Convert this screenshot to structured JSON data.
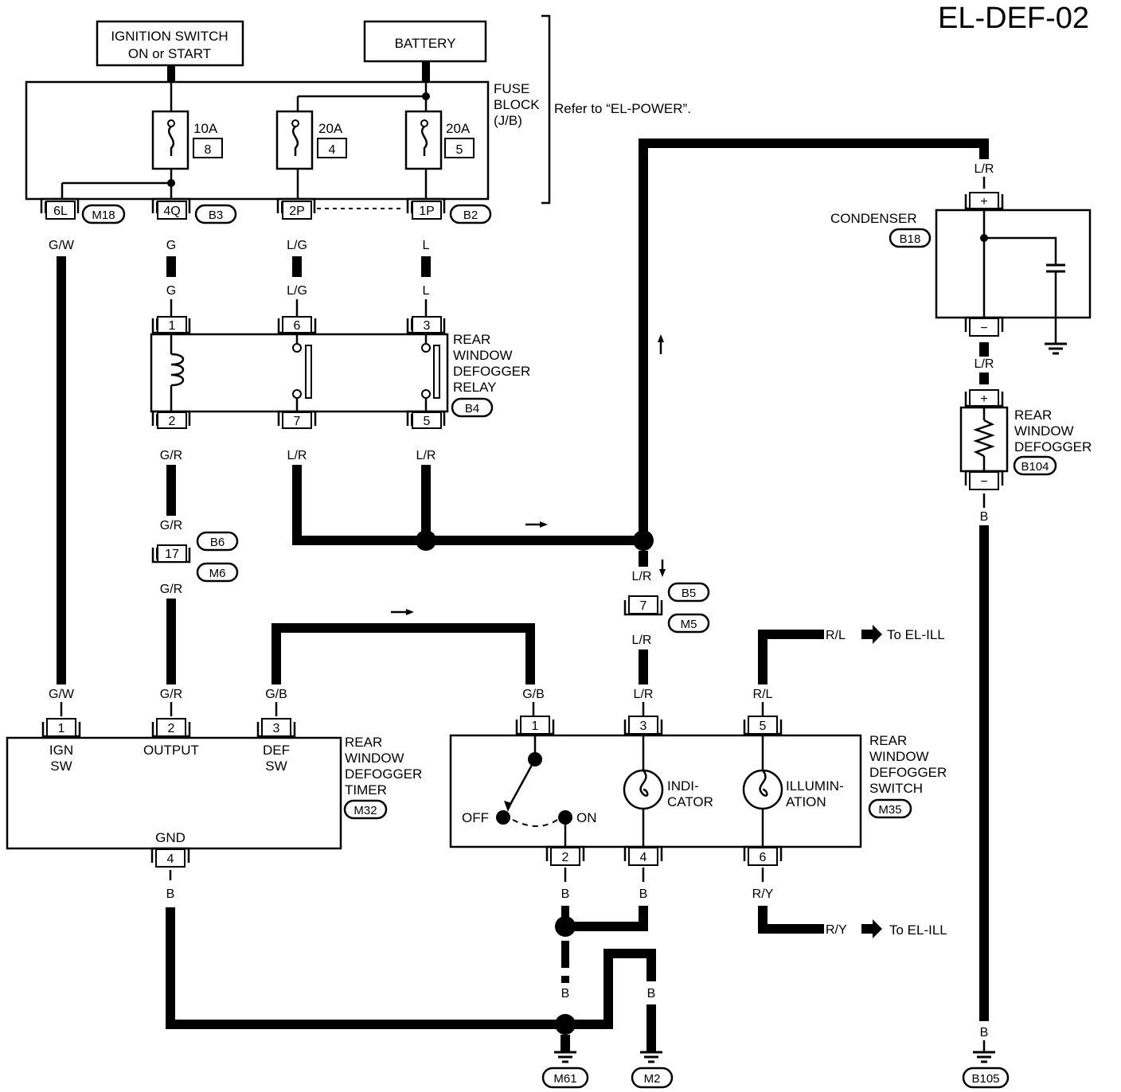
{
  "diagram_id": "EL-DEF-02",
  "sources": {
    "ignition": [
      "IGNITION SWITCH",
      "ON or START"
    ],
    "battery": "BATTERY"
  },
  "fuse_block": {
    "label": [
      "FUSE",
      "BLOCK",
      "(J/B)"
    ],
    "refer": "Refer to “EL-POWER”.",
    "fuses": [
      {
        "amp": "10A",
        "num": "8"
      },
      {
        "amp": "20A",
        "num": "4"
      },
      {
        "amp": "20A",
        "num": "5"
      }
    ],
    "terminals": [
      "6L",
      "4Q",
      "2P",
      "1P"
    ],
    "connectors": [
      "M18",
      "B3",
      "B2"
    ]
  },
  "relay": {
    "label": [
      "REAR",
      "WINDOW",
      "DEFOGGER",
      "RELAY"
    ],
    "connector": "B4",
    "top_pins": [
      "1",
      "6",
      "3"
    ],
    "bottom_pins": [
      "2",
      "7",
      "5"
    ]
  },
  "condenser": {
    "label": "CONDENSER",
    "connector": "B18",
    "pos": "+",
    "neg": "−"
  },
  "defogger": {
    "label": [
      "REAR",
      "WINDOW",
      "DEFOGGER"
    ],
    "connector": "B104",
    "pos": "+",
    "neg": "−"
  },
  "joint": {
    "pin": "17",
    "conn_top": "B6",
    "conn_bottom": "M6"
  },
  "joint2": {
    "pin": "7",
    "conn_top": "B5",
    "conn_bottom": "M5"
  },
  "timer": {
    "label": [
      "REAR",
      "WINDOW",
      "DEFOGGER",
      "TIMER"
    ],
    "connector": "M32",
    "pins": [
      "1",
      "2",
      "3",
      "4"
    ],
    "terms": {
      "ign": [
        "IGN",
        "SW"
      ],
      "output": "OUTPUT",
      "def": [
        "DEF",
        "SW"
      ],
      "gnd": "GND"
    }
  },
  "switch": {
    "label": [
      "REAR",
      "WINDOW",
      "DEFOGGER",
      "SWITCH"
    ],
    "connector": "M35",
    "pins_top": [
      "1",
      "3",
      "5"
    ],
    "pins_bottom": [
      "2",
      "4",
      "6"
    ],
    "off": "OFF",
    "on": "ON",
    "indicator": [
      "INDI-",
      "CATOR"
    ],
    "illumination": [
      "ILLUMIN-",
      "ATION"
    ]
  },
  "destinations": {
    "rl": "To EL-ILL",
    "ry": "To EL-ILL"
  },
  "grounds": [
    "M61",
    "M2",
    "B105"
  ],
  "wires": {
    "gw": "G/W",
    "g": "G",
    "lg": "L/G",
    "l": "L",
    "gr": "G/R",
    "lr": "L/R",
    "gb": "G/B",
    "rl": "R/L",
    "ry": "R/Y",
    "b": "B"
  }
}
